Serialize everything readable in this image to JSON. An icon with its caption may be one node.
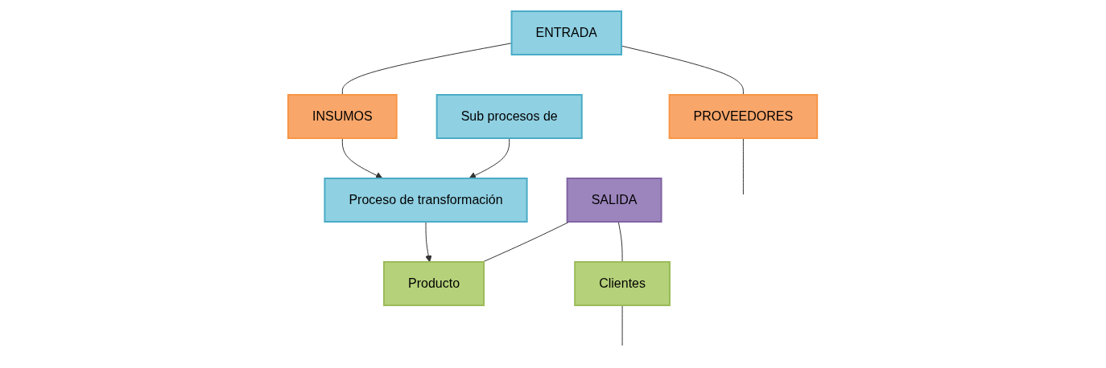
{
  "diagram": {
    "nodes": [
      {
        "text": [
          "ENTRADA"
        ]
      },
      {
        "text": [
          "PROVEEDORES"
        ]
      },
      {
        "text": [
          "INSUMOS"
        ]
      },
      {
        "text": [
          "Proceso de transformación"
        ]
      },
      {
        "text": [
          "Sub procesos de"
        ]
      },
      {
        "text": [
          "SALIDA"
        ]
      },
      {
        "text": [
          "Producto"
        ]
      },
      {
        "text": [
          "Clientes"
        ]
      }
    ],
    "edges": [
      {
        "from": 0,
        "to": 1,
        "arrow": "none"
      },
      {
        "from": 0,
        "to": 2,
        "arrow": "none"
      },
      {
        "from": 2,
        "to": 3,
        "arrow": "to"
      },
      {
        "from": 3,
        "to": 6,
        "arrow": "to"
      },
      {
        "from": 4,
        "to": 3,
        "arrow": "to"
      },
      {
        "from": 5,
        "to": 6,
        "arrow": "none"
      },
      {
        "from": 5,
        "to": 7,
        "arrow": "none"
      },
      {
        "from": 1,
        "to": null,
        "arrow": "none"
      },
      {
        "from": 7,
        "to": null,
        "arrow": "none"
      }
    ]
  }
}
